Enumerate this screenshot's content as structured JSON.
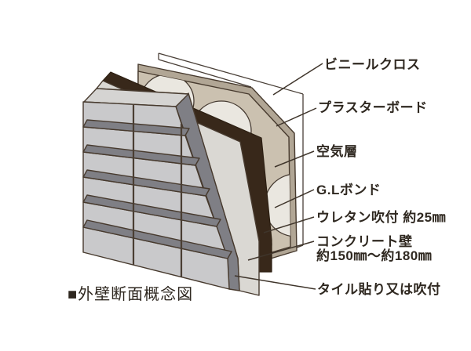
{
  "caption": "■外壁断面概念図",
  "labels": {
    "vinyl_cloth": "ビニールクロス",
    "plasterboard": "プラスターボード",
    "air_layer": "空気層",
    "gl_bond": "G.Lボンド",
    "urethane": "ウレタン吹付 約25㎜",
    "concrete_line1": "コンクリート壁",
    "concrete_line2": "約150㎜～約180㎜",
    "tile": "タイル貼り又は吹付"
  },
  "colors": {
    "background": "#ffffff",
    "outline": "#473a2e",
    "leader_line": "#3f352b",
    "text": "#2f2820",
    "tile_face": "#c9c9cb",
    "tile_top": "#d5d4d2",
    "tile_bevel": "#7f7f85",
    "concrete": "#dad8d3",
    "urethane": "#38281a",
    "plasterboard_face": "#cbc1b0",
    "plasterboard_edge": "#b1a695",
    "gl_bond_circle": "#eae7e0",
    "vinyl_line": "#4a4038"
  }
}
